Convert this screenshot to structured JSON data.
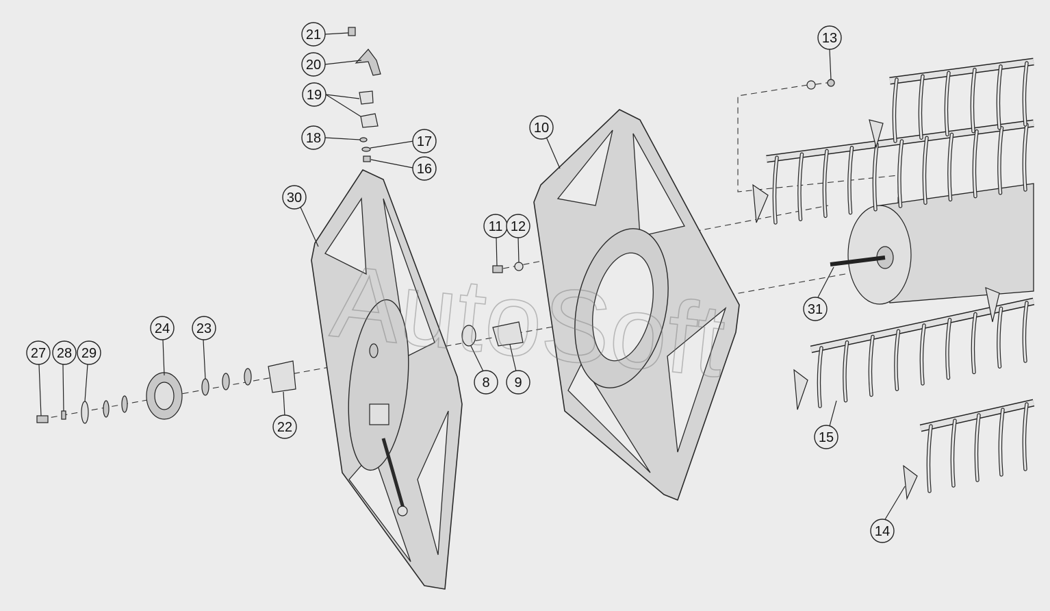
{
  "watermark": "AutoSoft",
  "callouts": [
    {
      "id": "c21",
      "label": "21"
    },
    {
      "id": "c20",
      "label": "20"
    },
    {
      "id": "c19",
      "label": "19"
    },
    {
      "id": "c18",
      "label": "18"
    },
    {
      "id": "c17",
      "label": "17"
    },
    {
      "id": "c16",
      "label": "16"
    },
    {
      "id": "c30",
      "label": "30"
    },
    {
      "id": "c10",
      "label": "10"
    },
    {
      "id": "c11",
      "label": "11"
    },
    {
      "id": "c12",
      "label": "12"
    },
    {
      "id": "c13",
      "label": "13"
    },
    {
      "id": "c31",
      "label": "31"
    },
    {
      "id": "c8",
      "label": "8"
    },
    {
      "id": "c9",
      "label": "9"
    },
    {
      "id": "c27",
      "label": "27"
    },
    {
      "id": "c28",
      "label": "28"
    },
    {
      "id": "c29",
      "label": "29"
    },
    {
      "id": "c24",
      "label": "24"
    },
    {
      "id": "c23",
      "label": "23"
    },
    {
      "id": "c22",
      "label": "22"
    },
    {
      "id": "c15",
      "label": "15"
    },
    {
      "id": "c14",
      "label": "14"
    }
  ]
}
